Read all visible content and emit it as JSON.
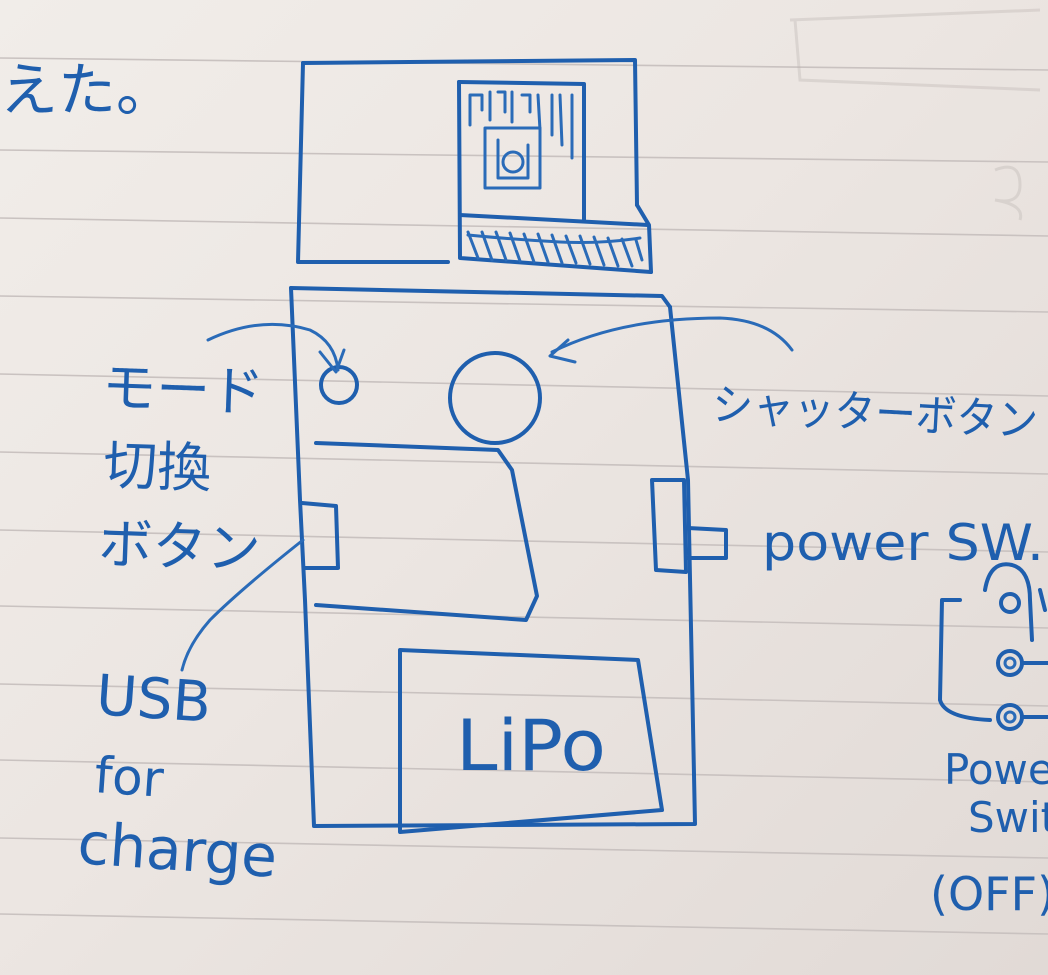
{
  "notes": {
    "top_fragment": "えた。",
    "mode_button": [
      "モード",
      "切換",
      "ボタン"
    ],
    "shutter_button": "シャッターボタン",
    "power_sw": "power SW.",
    "usb": [
      "USB",
      "for",
      "charge"
    ],
    "lipo": "LiPo",
    "power_switch": [
      "Power",
      "Switch"
    ],
    "off": "(OFF)"
  },
  "colors": {
    "ink": "#1f5fae",
    "paper": "#ece6e2",
    "rules": "#c9c2c0"
  }
}
